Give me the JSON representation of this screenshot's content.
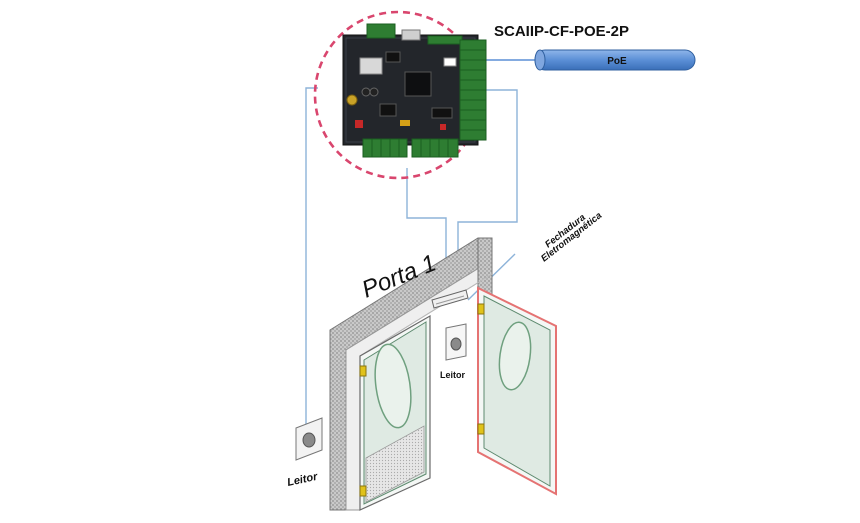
{
  "diagram": {
    "controller_label": "SCAIIP-CF-POE-2P",
    "poe_label": "PoE",
    "door_label": "Porta 1",
    "lock_label_line1": "Fechadura",
    "lock_label_line2": "Eletromagnética",
    "reader_left_label": "Leitor",
    "reader_center_label": "Leitor"
  },
  "colors": {
    "board_green": "#2e7d32",
    "board_pcb": "#23262b",
    "highlight_circle": "#d9466e",
    "poe_cable": "#5b8fd6",
    "wire": "#8db3d9",
    "door_glass": "#dde9e2",
    "door_edge_red": "#e57373"
  }
}
